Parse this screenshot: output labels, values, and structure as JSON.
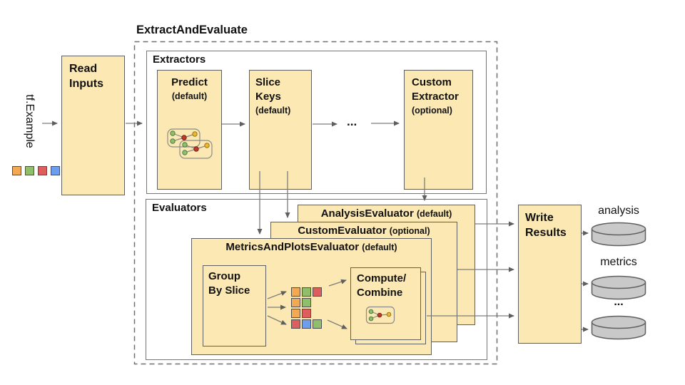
{
  "title": "ExtractAndEvaluate",
  "input": {
    "label": "tf.Example",
    "squares": [
      "orange",
      "green",
      "red",
      "blue"
    ]
  },
  "read_inputs": {
    "line1": "Read",
    "line2": "Inputs"
  },
  "extractors": {
    "label": "Extractors",
    "predict": {
      "name": "Predict",
      "qualifier": "(default)"
    },
    "slice_keys": {
      "name1": "Slice",
      "name2": "Keys",
      "qualifier": "(default)"
    },
    "ellipsis": "...",
    "custom": {
      "name1": "Custom",
      "name2": "Extractor",
      "qualifier": "(optional)"
    }
  },
  "evaluators": {
    "label": "Evaluators",
    "analysis": {
      "name": "AnalysisEvaluator",
      "qualifier": "(default)"
    },
    "custom": {
      "name": "CustomEvaluator",
      "qualifier": "(optional)"
    },
    "metrics_and_plots": {
      "name": "MetricsAndPlotsEvaluator",
      "qualifier": "(default)"
    },
    "group_by_slice": {
      "line1": "Group",
      "line2": "By Slice"
    },
    "slice_groups": [
      [
        "orange",
        "green",
        "red"
      ],
      [
        "orange",
        "green"
      ],
      [
        "orange",
        "red"
      ],
      [
        "red",
        "blue",
        "green"
      ]
    ],
    "compute_combine": {
      "line1": "Compute/",
      "line2": "Combine"
    }
  },
  "write_results": {
    "line1": "Write",
    "line2": "Results"
  },
  "outputs": {
    "analysis_label": "analysis",
    "metrics_label": "metrics",
    "more_label": "..."
  },
  "colors": {
    "box_fill": "#fce8b2",
    "box_border": "#5f5f5f",
    "arrow": "#7d7d7d",
    "cylinder_fill": "#c9c9c9",
    "cylinder_border": "#5f5f5f",
    "square_orange": "#f3a952",
    "square_green": "#90bf6c",
    "square_red": "#dd5e5c",
    "square_blue": "#6d9eeb"
  }
}
